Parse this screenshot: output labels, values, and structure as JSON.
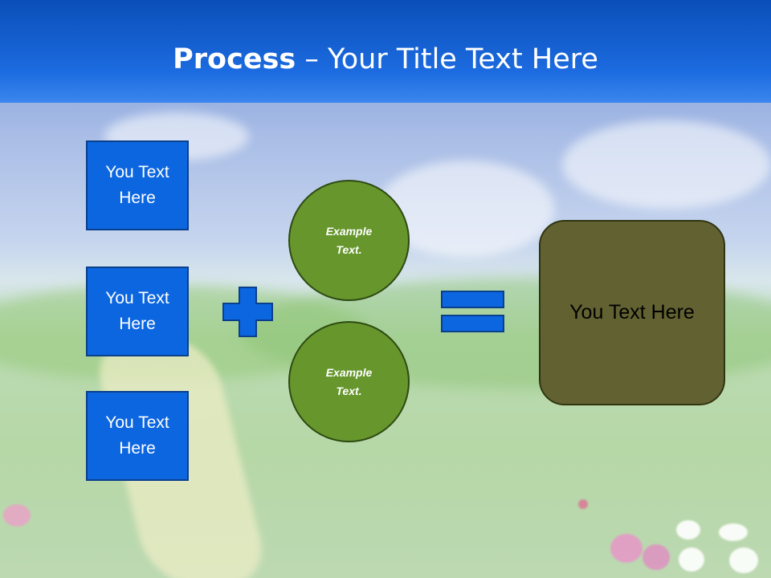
{
  "slide": {
    "title_bold": "Process",
    "title_separator": " – ",
    "title_rest": "Your Title Text Here",
    "input_boxes": [
      {
        "label": "You Text\nHere"
      },
      {
        "label": "You Text\nHere"
      },
      {
        "label": "You Text\nHere"
      }
    ],
    "circles": [
      {
        "label": "Example\nText."
      },
      {
        "label": "Example\nText."
      }
    ],
    "result_label": "You Text Here"
  },
  "colors": {
    "header": "#1c6be0",
    "box_fill": "#0c66e0",
    "circle_fill": "#66962c",
    "result_fill": "#626132",
    "operator": "#0c66e0"
  },
  "icons": {
    "plus": "plus-icon",
    "equals": "equals-icon"
  }
}
